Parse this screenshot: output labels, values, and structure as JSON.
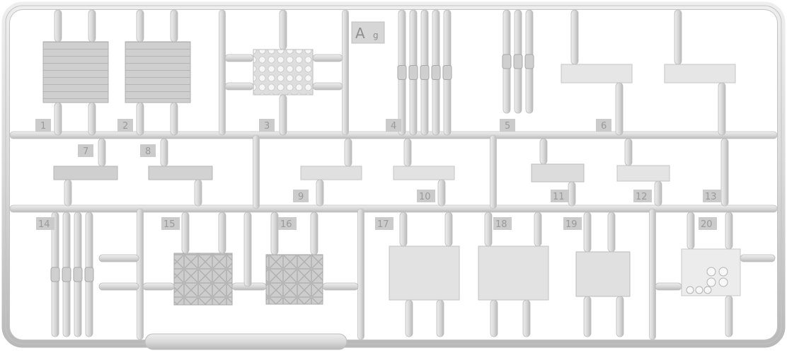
{
  "sprue": {
    "code_letter": "A",
    "code_suffix": "g",
    "part_numbers": [
      "1",
      "2",
      "3",
      "4",
      "5",
      "6",
      "7",
      "8",
      "9",
      "10",
      "11",
      "12",
      "13",
      "14",
      "15",
      "16",
      "17",
      "18",
      "19",
      "20"
    ]
  },
  "colors": {
    "plastic": "#dcdcdc",
    "plastic_shadow": "#b8b8b8",
    "plastic_dark": "#9c9c9c",
    "label_box": "#c8c8c8"
  }
}
